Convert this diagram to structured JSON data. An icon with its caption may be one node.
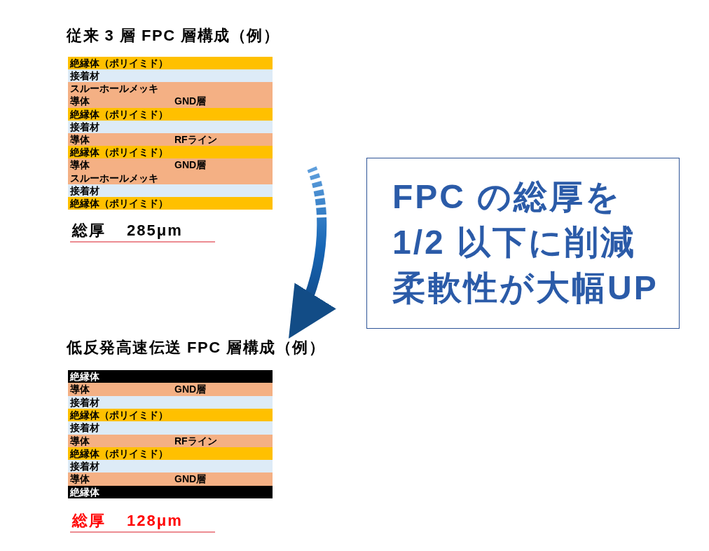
{
  "diagram": {
    "nodes": [
      {
        "text": [
          "従来 3 層 FPC 層構成（例）"
        ],
        "beside": [
          "総厚 285μm"
        ]
      },
      {
        "text": [
          "絶縁体（ポリイミド）"
        ],
        "in": 0
      },
      {
        "text": [
          "接着材"
        ],
        "in": 0
      },
      {
        "text": [
          "スルーホールメッキ",
          "導体",
          "GND層"
        ],
        "in": 0
      },
      {
        "text": [
          "絶縁体（ポリイミド）"
        ],
        "in": 0
      },
      {
        "text": [
          "接着材"
        ],
        "in": 0
      },
      {
        "text": [
          "導体",
          "RFライン"
        ],
        "in": 0
      },
      {
        "text": [
          "絶縁体（ポリイミド）"
        ],
        "in": 0
      },
      {
        "text": [
          "導体",
          "GND層",
          "スルーホールメッキ"
        ],
        "in": 0
      },
      {
        "text": [
          "接着材"
        ],
        "in": 0
      },
      {
        "text": [
          "絶縁体（ポリイミド）"
        ],
        "in": 0
      },
      {
        "text": [
          "FPC の総厚を1/2 以下に削減",
          "柔軟性が大幅UP"
        ]
      },
      {
        "text": [
          "低反発高速伝送 FPC 層構成（例）"
        ],
        "beside": [
          "総厚 128μm"
        ]
      },
      {
        "text": [
          "絶縁体"
        ],
        "in": 12
      },
      {
        "text": [
          "導体",
          "GND層"
        ],
        "in": 12
      },
      {
        "text": [
          "接着材"
        ],
        "in": 12
      },
      {
        "text": [
          "絶縁体（ポリイミド）"
        ],
        "in": 12
      },
      {
        "text": [
          "接着材"
        ],
        "in": 12
      },
      {
        "text": [
          "導体",
          "RFライン"
        ],
        "in": 12
      },
      {
        "text": [
          "絶縁体（ポリイミド）"
        ],
        "in": 12
      },
      {
        "text": [
          "接着材"
        ],
        "in": 12
      },
      {
        "text": [
          "導体",
          "GND層"
        ],
        "in": 12
      },
      {
        "text": [
          "絶縁体"
        ],
        "in": 12
      }
    ],
    "edges": [
      {
        "from": 0,
        "to": 12,
        "arrow": "to",
        "style": "dashed"
      }
    ]
  }
}
